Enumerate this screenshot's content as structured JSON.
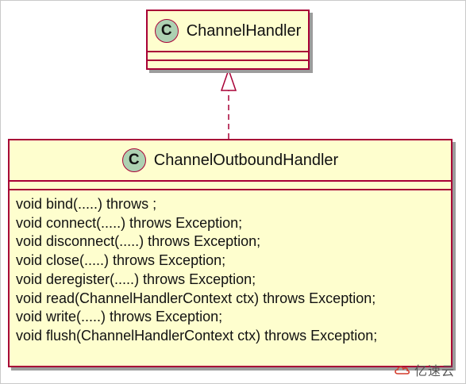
{
  "diagram": {
    "parent_class": {
      "stereotype_letter": "C",
      "name": "ChannelHandler"
    },
    "child_class": {
      "stereotype_letter": "C",
      "name": "ChannelOutboundHandler",
      "methods": [
        "void bind(.....) throws ;",
        "void connect(.....) throws Exception;",
        "void disconnect(.....) throws Exception;",
        "void close(.....) throws Exception;",
        "void deregister(.....) throws Exception;",
        "void read(ChannelHandlerContext ctx) throws Exception;",
        "void write(.....) throws Exception;",
        "void flush(ChannelHandlerContext ctx) throws Exception;"
      ]
    },
    "relationship": "realization"
  },
  "watermark": {
    "text": "亿速云",
    "icon": "cloud-logo-icon"
  },
  "colors": {
    "class_fill": "#fefece",
    "class_border": "#a80036",
    "stereotype_circle": "#add1b2",
    "shadow": "#9c9c9c"
  }
}
